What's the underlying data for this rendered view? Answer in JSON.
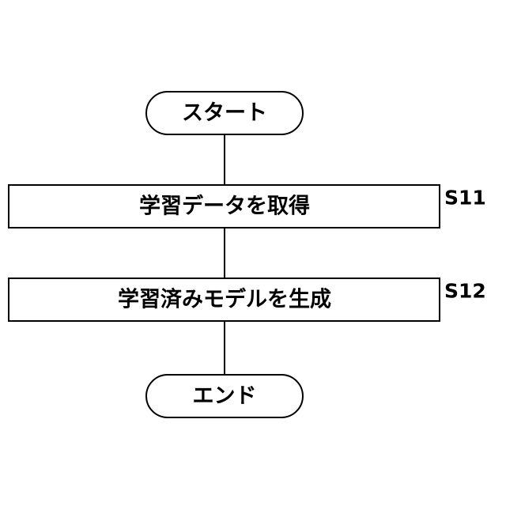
{
  "flowchart": {
    "start": {
      "label": "スタート"
    },
    "steps": [
      {
        "id": "S11",
        "label": "学習データを取得"
      },
      {
        "id": "S12",
        "label": "学習済みモデルを生成"
      }
    ],
    "end": {
      "label": "エンド"
    }
  }
}
